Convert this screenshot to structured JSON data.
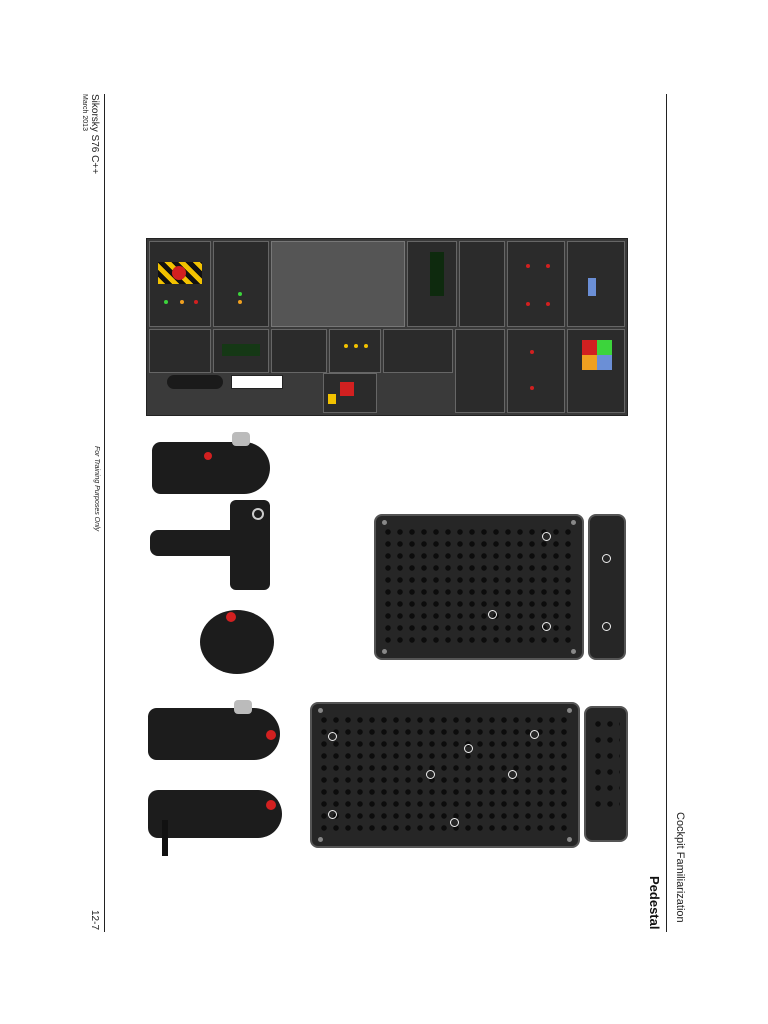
{
  "header": {
    "chapter": "Cockpit Familiarization",
    "section": "Pedestal"
  },
  "footer": {
    "aircraft": "Sikorsky S76 C++",
    "date": "March 2013",
    "notice": "For Training Purposes Only",
    "page_number": "12-7"
  },
  "images": {
    "pedestal": "pedestal-console-icon",
    "grips": "cyclic-collective-grip-icon",
    "breakers": "circuit-breaker-panel-icon"
  },
  "colors": {
    "panel": "#3a3a3a",
    "breaker_panel": "#262626",
    "warning_stripe": "#f2c200",
    "fire_red": "#d22020",
    "annunciator_green": "#3cd43c",
    "annunciator_amber": "#f0a020"
  }
}
